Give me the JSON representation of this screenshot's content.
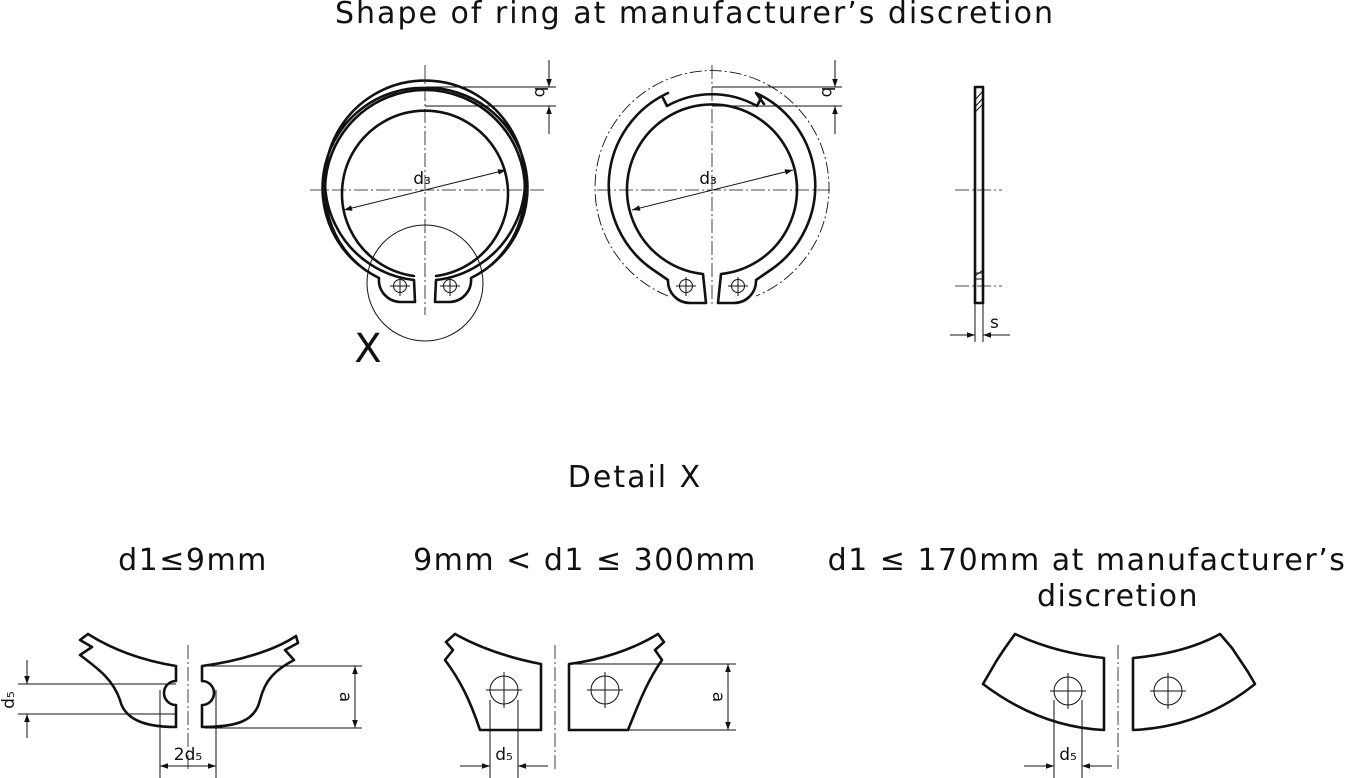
{
  "title": "Shape of ring at manufacturer’s discretion",
  "top_views": {
    "left_ring": {
      "diameter_label": "d₃",
      "width_label": "b",
      "detail_marker": "X"
    },
    "right_ring": {
      "diameter_label": "d₃",
      "width_label": "b"
    },
    "side_view": {
      "thickness_label": "s"
    }
  },
  "detail": {
    "title": "Detail X",
    "variants": [
      {
        "condition": "d1≤9mm",
        "labels": [
          "d₅",
          "2d₅",
          "a"
        ]
      },
      {
        "condition": "9mm < d1 ≤ 300mm",
        "labels": [
          "d₅",
          "a"
        ]
      },
      {
        "condition": "d1 ≤ 170mm at manufacturer’s",
        "condition_line2": "discretion",
        "labels": [
          "d₅"
        ]
      }
    ]
  }
}
